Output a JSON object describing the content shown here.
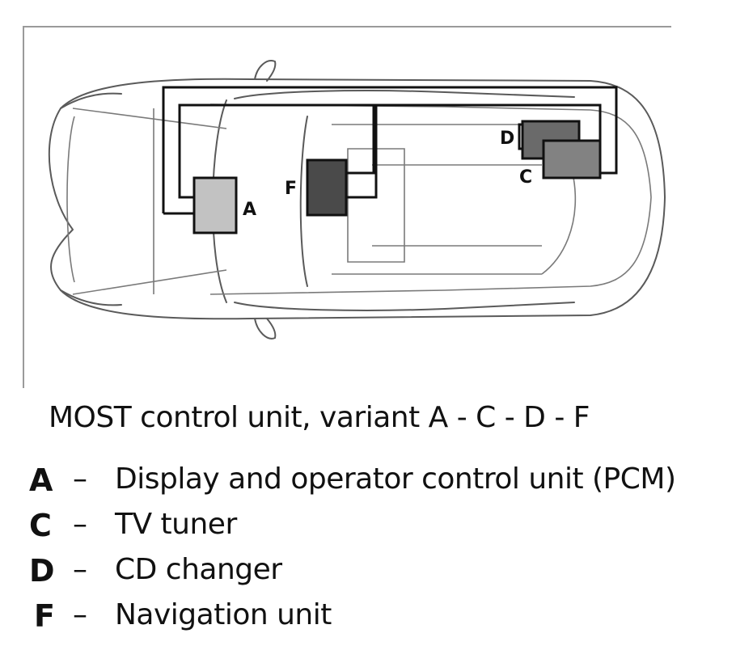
{
  "diagram": {
    "caption": "MOST control unit, variant A - C - D - F",
    "units": [
      {
        "letter": "A",
        "color": "#c2c2c2"
      },
      {
        "letter": "F",
        "color": "#4a4a4a"
      },
      {
        "letter": "D",
        "color": "#6a6a6a"
      },
      {
        "letter": "C",
        "color": "#828282"
      }
    ]
  },
  "legend": [
    {
      "letter": "A",
      "dash": "–",
      "description": "Display and operator control unit (PCM)"
    },
    {
      "letter": "C",
      "dash": "–",
      "description": "TV tuner"
    },
    {
      "letter": "D",
      "dash": "–",
      "description": "CD changer"
    },
    {
      "letter": "F",
      "dash": "–",
      "description": "Navigation unit"
    }
  ]
}
